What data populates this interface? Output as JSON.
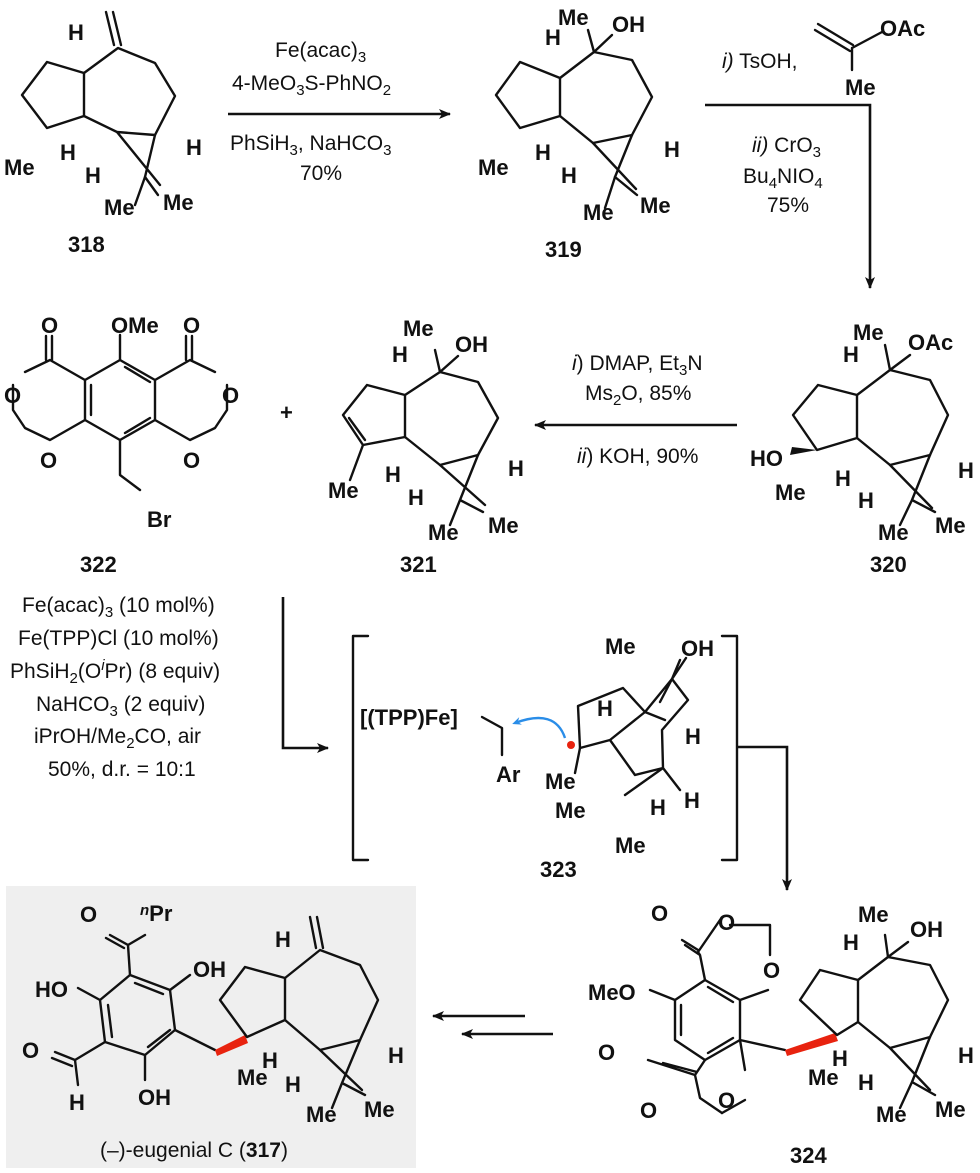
{
  "title": "Synthesis of (–)-eugenial C (317)",
  "colors": {
    "ink": "#111111",
    "highlight_bond": "#e8230f",
    "curved_arrow": "#2a8de8",
    "radical_dot": "#e8230f",
    "product_box_bg": "#efefef"
  },
  "compounds": {
    "c318": {
      "label": "318"
    },
    "c319": {
      "label": "319"
    },
    "c320": {
      "label": "320"
    },
    "c321": {
      "label": "321"
    },
    "c322": {
      "label": "322"
    },
    "c323": {
      "label": "323"
    },
    "c324": {
      "label": "324"
    },
    "c317": {
      "name_prefix": "(–)-eugenial C (",
      "label": "317",
      "name_suffix": ")"
    }
  },
  "atoms": {
    "H": "H",
    "Me": "Me",
    "OH": "OH",
    "HO": "HO",
    "OAc": "OAc",
    "O": "O",
    "OMe": "OMe",
    "MeO": "MeO",
    "Br": "Br",
    "Ar": "Ar",
    "nPr_sup": "n",
    "Pr": "Pr",
    "TPPFe": "[(TPP)Fe]",
    "plus": "+"
  },
  "steps": {
    "step1": {
      "lines": [
        "Fe(acac)",
        "3",
        "4-MeO",
        "3",
        "S-PhNO",
        "2",
        "PhSiH",
        "3",
        ", NaHCO",
        "3",
        "70%"
      ]
    },
    "step2": {
      "i_label": "i)",
      "i_text": " TsOH,",
      "ii_label": "ii)",
      "ii_text": " CrO",
      "ii_sub": "3",
      "line2_a": "Bu",
      "line2_sub1": "4",
      "line2_b": "NIO",
      "line2_sub2": "4",
      "yield": "75%"
    },
    "step3": {
      "i_label": "i",
      "i_text": ") DMAP, Et",
      "i_sub": "3",
      "i_tail": "N",
      "line2_a": "Ms",
      "line2_sub": "2",
      "line2_b": "O, 85%",
      "ii_label": "ii",
      "ii_text": ") KOH, 90%"
    },
    "step4": {
      "l1_a": "Fe(acac)",
      "l1_sub": "3",
      "l1_b": " (10 mol%)",
      "l2": "Fe(TPP)Cl (10 mol%)",
      "l3_a": "PhSiH",
      "l3_sub": "2",
      "l3_b": "(O",
      "l3_sup": "i",
      "l3_c": "Pr) (8 equiv)",
      "l4_a": "NaHCO",
      "l4_sub": "3",
      "l4_b": " (2 equiv)",
      "l5_a": "iPrOH/Me",
      "l5_sub": "2",
      "l5_b": "CO, air",
      "l6": "50%, d.r. = 10:1"
    }
  }
}
